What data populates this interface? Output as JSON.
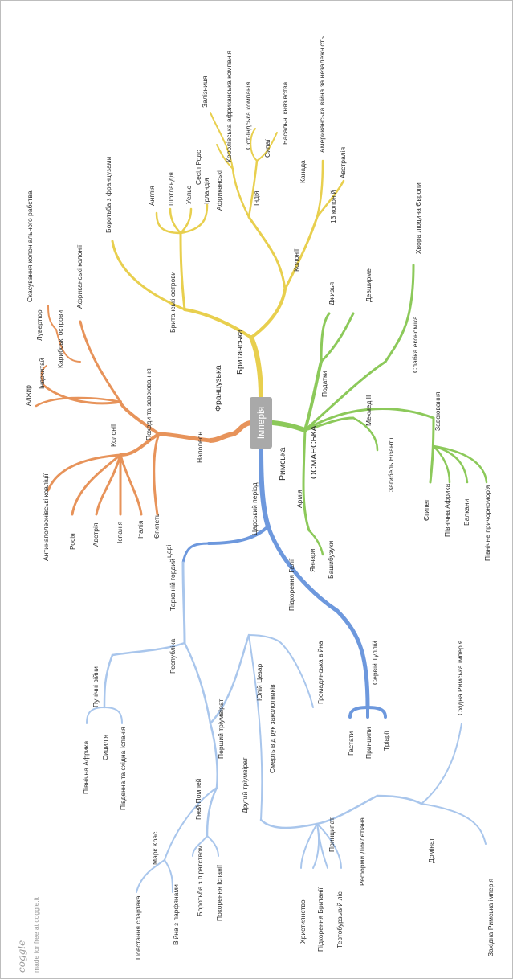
{
  "root": {
    "label": "Імперія"
  },
  "branches": [
    {
      "id": "french",
      "color": "#e7935a",
      "label": "Французька",
      "children": [
        {
          "label": "Наполеон",
          "children": []
        },
        {
          "label": "Походи та завоювання",
          "children": [
            {
              "label": "Антинаполеонівські коаліції"
            },
            {
              "label": "Росія"
            },
            {
              "label": "Австрія"
            },
            {
              "label": "Іспанія"
            },
            {
              "label": "Італія"
            },
            {
              "label": "Єгипеть"
            }
          ]
        },
        {
          "label": "Колонії",
          "children": [
            {
              "label": "Алжир"
            },
            {
              "label": "Індокитай"
            },
            {
              "label": "Карибські острови"
            },
            {
              "label": "Лувертюр"
            },
            {
              "label": "Скасування колоніального рабства"
            },
            {
              "label": "Африканські колонії"
            }
          ]
        }
      ]
    },
    {
      "id": "british",
      "color": "#e8cf4e",
      "label": "Британська",
      "children": [
        {
          "label": "Британські острови",
          "children": [
            {
              "label": "Англія"
            },
            {
              "label": "Шотландія"
            },
            {
              "label": "Уельс"
            },
            {
              "label": "Ірландія"
            }
          ]
        },
        {
          "label": "Боротьба з французами",
          "children": []
        },
        {
          "label": "Колонії",
          "children": [
            {
              "label": "Африканські"
            },
            {
              "label": "Сесіл Родс"
            },
            {
              "label": "Залізниця"
            },
            {
              "label": "Королівська африканська компанія"
            },
            {
              "label": "Індія"
            },
            {
              "label": "Ост-Індська компанія"
            },
            {
              "label": "Сипаї"
            },
            {
              "label": "Васальні князівства"
            },
            {
              "label": "Канада"
            },
            {
              "label": "13 колоній"
            },
            {
              "label": "Американська війна за незалежність"
            },
            {
              "label": "Австралія"
            }
          ]
        }
      ]
    },
    {
      "id": "ottoman",
      "color": "#8cc95a",
      "label": "ОСМАНСЬКА",
      "children": [
        {
          "label": "Податки",
          "children": [
            {
              "label": "Джизья"
            },
            {
              "label": "Девширме"
            }
          ]
        },
        {
          "label": "Слабка економіка",
          "children": [
            {
              "label": "Хвора людина Європи"
            }
          ]
        },
        {
          "label": "Мехмед ІІ",
          "children": [
            {
              "label": "Загибель Візантії"
            }
          ]
        },
        {
          "label": "Завоювання",
          "children": [
            {
              "label": "Єгипет"
            },
            {
              "label": "Північна Африка"
            },
            {
              "label": "Балкани"
            },
            {
              "label": "Північне причорномор'я"
            }
          ]
        },
        {
          "label": "Армія",
          "children": [
            {
              "label": "Янчари"
            },
            {
              "label": "Башибузуки"
            }
          ]
        }
      ]
    },
    {
      "id": "roman",
      "color": "#6d98dd",
      "label": "Римська",
      "children": [
        {
          "label": "Царський період",
          "children": [
            {
              "label": "царі"
            },
            {
              "label": "Тарквіній гордий"
            }
          ]
        },
        {
          "label": "Підкорення Галії",
          "children": []
        },
        {
          "label": "Сервій Туллій",
          "children": [
            {
              "label": "Гастати"
            },
            {
              "label": "Принципи"
            },
            {
              "label": "Тріарії"
            }
          ]
        },
        {
          "label": "Республіка",
          "children": [
            {
              "label": "Пунічні війни"
            },
            {
              "label": "Північна Африка"
            },
            {
              "label": "Сицилія"
            },
            {
              "label": "Південна та східна Іспанія"
            },
            {
              "label": "Перший тріумвірат"
            },
            {
              "label": "Гней Помпей"
            },
            {
              "label": "Боротьба з піратством"
            },
            {
              "label": "Покорення Іспанії"
            },
            {
              "label": "Марк Крас"
            },
            {
              "label": "Повстання спартака"
            },
            {
              "label": "Війна з парфянами"
            },
            {
              "label": "Юлій Цезар"
            },
            {
              "label": "Громадянська війна"
            },
            {
              "label": "Смерть від рук заколотників"
            },
            {
              "label": "Другий тріумвірат"
            }
          ]
        },
        {
          "label": "Принципат",
          "children": [
            {
              "label": "Християнство"
            },
            {
              "label": "Підкорення Британії"
            },
            {
              "label": "Тевтобурзький ліс"
            },
            {
              "label": "Реформи Діоклетіана"
            }
          ]
        },
        {
          "label": "Домінат",
          "children": [
            {
              "label": "Східна Римська імперія"
            },
            {
              "label": "Західна Римська імперія"
            }
          ]
        }
      ]
    }
  ],
  "footer": {
    "logo": "coggle",
    "tagline": "made for free at coggle.it"
  }
}
